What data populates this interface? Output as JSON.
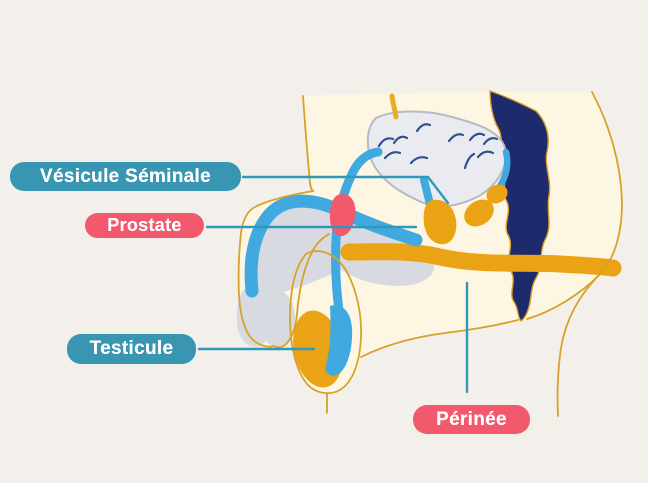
{
  "figure": {
    "type": "anatomical-diagram",
    "subject": "Coupe sagittale du bassin masculin"
  },
  "labels": {
    "seminal_vesicle": {
      "text": "Vésicule Séminale",
      "badge_color": "#3896b3"
    },
    "prostate": {
      "text": "Prostate",
      "badge_color": "#f2596c"
    },
    "testicle": {
      "text": "Testicule",
      "badge_color": "#3896b3"
    },
    "perineum": {
      "text": "Périnée",
      "badge_color": "#f2596c"
    }
  },
  "colors": {
    "background": "#f3f0ec",
    "body_fill": "#fdf6e3",
    "outline_gold": "#d7a12a",
    "stub_gold": "#e6ae25",
    "organ_orange": "#eaa315",
    "tube_blue": "#3fa9e0",
    "rectum_navy": "#1d2a6b",
    "bladder_fill": "#e9ebf1",
    "bladder_stroke": "#b5bac6",
    "bladder_marks": "#31508f",
    "gray_tissue": "#d8dae1",
    "prostate_pink": "#f2596c",
    "leader_line": "#2e9ab8"
  }
}
